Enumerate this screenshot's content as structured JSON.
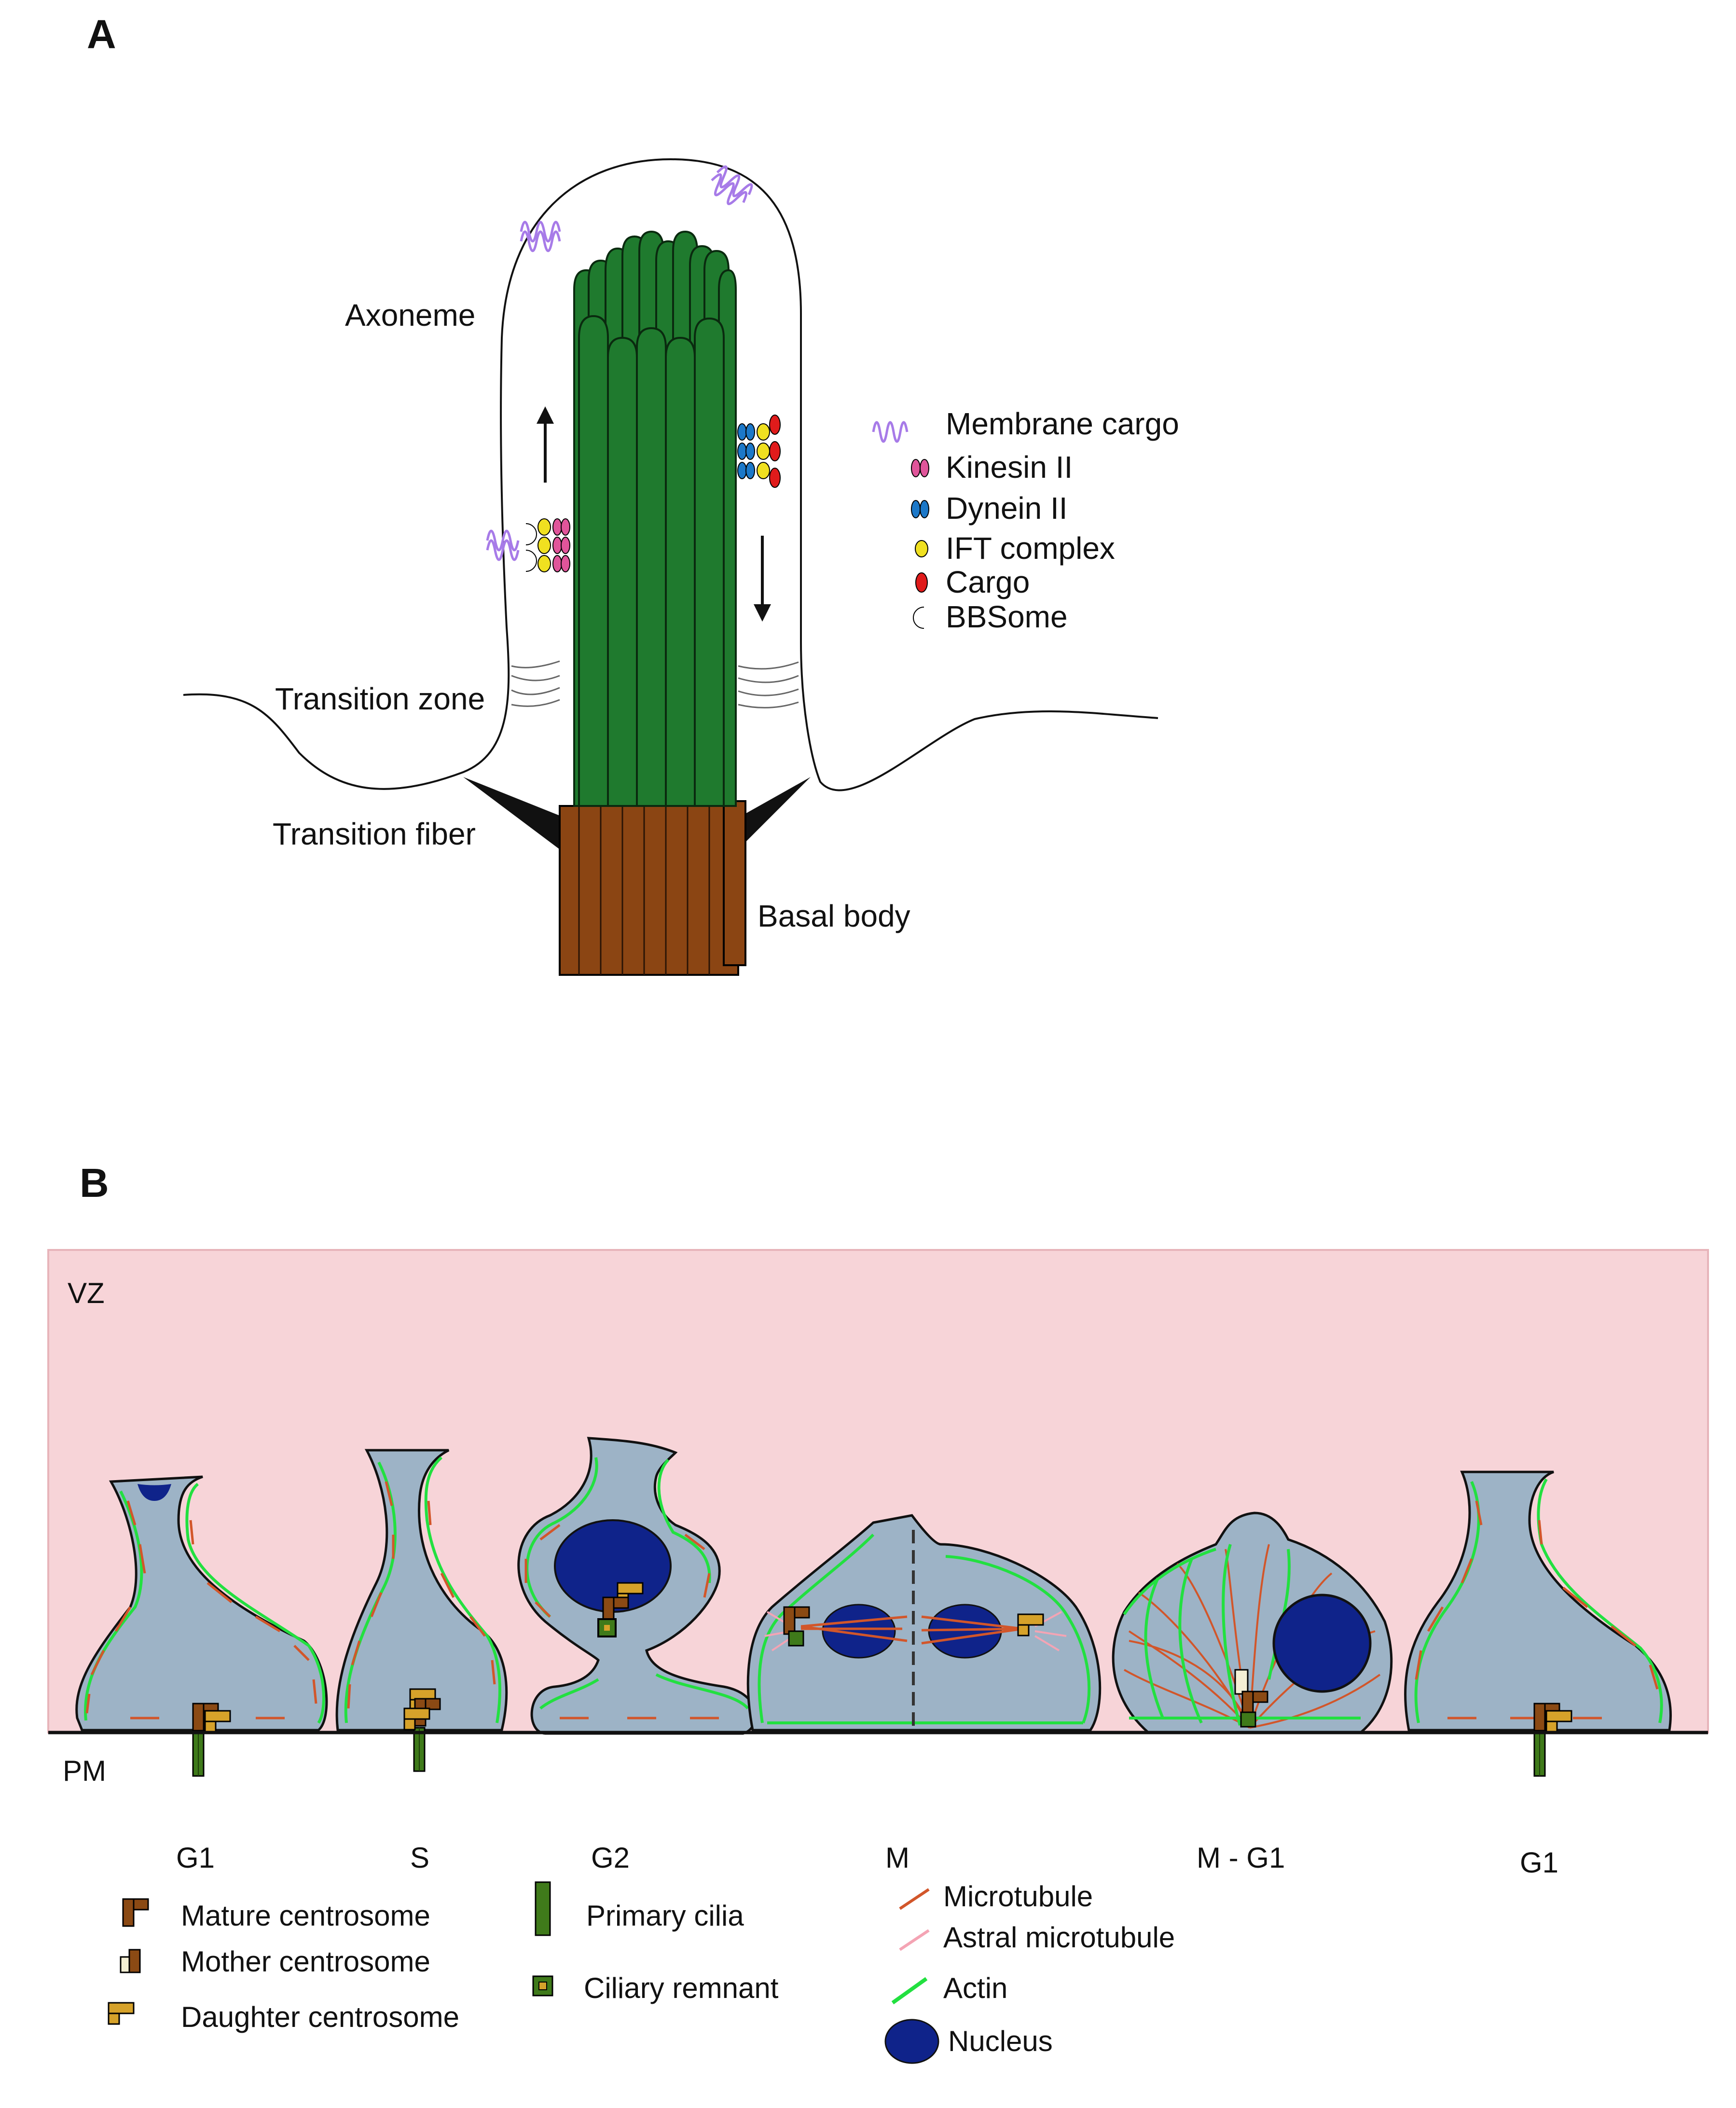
{
  "panel_a": {
    "letter": "A",
    "labels": {
      "axoneme": "Axoneme",
      "transition_zone": "Transition zone",
      "transition_fiber": "Transition fiber",
      "basal_body": "Basal body"
    },
    "legend": [
      {
        "icon": "membrane-cargo-icon",
        "label": "Membrane cargo"
      },
      {
        "icon": "kinesin-icon",
        "label": "Kinesin II"
      },
      {
        "icon": "dynein-icon",
        "label": "Dynein II"
      },
      {
        "icon": "ift-complex-icon",
        "label": "IFT complex"
      },
      {
        "icon": "cargo-icon",
        "label": "Cargo"
      },
      {
        "icon": "bbsome-icon",
        "label": "BBSome"
      }
    ]
  },
  "panel_b": {
    "letter": "B",
    "zone_top": "VZ",
    "zone_bottom": "PM",
    "phases": [
      "G1",
      "S",
      "G2",
      "M",
      "M - G1",
      "G1"
    ],
    "legend_col1": [
      {
        "icon": "mature-centrosome-icon",
        "label": "Mature centrosome"
      },
      {
        "icon": "mother-centrosome-icon",
        "label": "Mother centrosome"
      },
      {
        "icon": "daughter-centrosome-icon",
        "label": "Daughter centrosome"
      }
    ],
    "legend_col2": [
      {
        "icon": "primary-cilia-icon",
        "label": "Primary cilia"
      },
      {
        "icon": "ciliary-remnant-icon",
        "label": "Ciliary remnant"
      }
    ],
    "legend_col3": [
      {
        "icon": "microtubule-icon",
        "label": "Microtubule"
      },
      {
        "icon": "astral-microtubule-icon",
        "label": "Astral microtubule"
      },
      {
        "icon": "actin-icon",
        "label": "Actin"
      },
      {
        "icon": "nucleus-icon",
        "label": "Nucleus"
      }
    ]
  },
  "colors": {
    "axoneme": "#1f7a2e",
    "basal_body": "#8b4513",
    "membrane_cargo": "#a77be8",
    "kinesin": "#e0559a",
    "dynein": "#1c78c8",
    "ift": "#f0e020",
    "cargo": "#e01b1b",
    "bbsome": "#28c0e8",
    "vz_background": "#f7d4d8",
    "cell_fill": "#9db3c6",
    "actin": "#22e040",
    "microtubule": "#d2562a",
    "astral": "#f4a4b4",
    "nucleus": "#0f238a",
    "mature": "#8b4a14",
    "daughter": "#d6a22a",
    "cilia": "#3f7a1a"
  }
}
